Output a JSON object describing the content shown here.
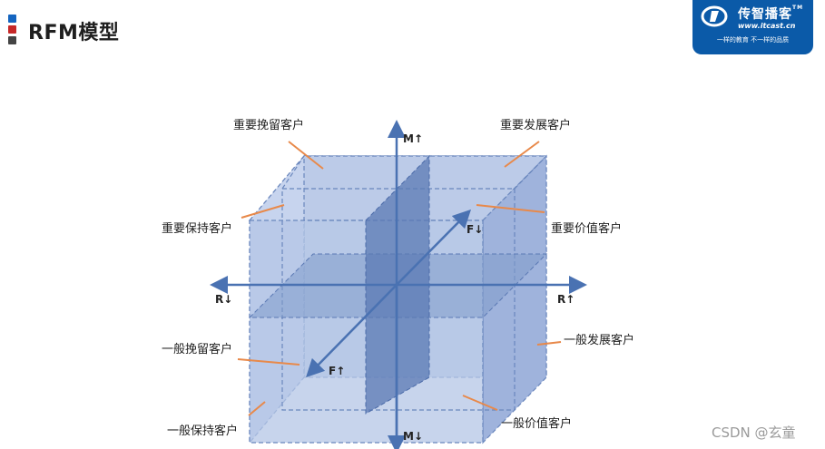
{
  "header": {
    "title": "RFM模型",
    "marker_colors": [
      "#1565c0",
      "#c62828",
      "#444444"
    ]
  },
  "brand": {
    "name": "传智播客",
    "tm": "TM",
    "url": "www.itcast.cn",
    "slogan": "一样的教育  不一样的品质",
    "bg_color": "#0b5aa8"
  },
  "diagram": {
    "axes": {
      "m_up": "M↑",
      "m_down": "M↓",
      "r_left": "R↓",
      "r_right": "R↑",
      "f_up": "F↑",
      "f_down": "F↓"
    },
    "segments": {
      "important_retain": "重要挽留客户",
      "important_develop": "重要发展客户",
      "important_keep": "重要保持客户",
      "important_value": "重要价值客户",
      "general_retain": "一般挽留客户",
      "general_develop": "一般发展客户",
      "general_keep": "一般保持客户",
      "general_value": "一般价值客户"
    },
    "colors": {
      "axis": "#4a72b2",
      "cube_fill": "#b9c9e6",
      "plane_fill": "#5b79b4",
      "leader": "#e8894a"
    }
  },
  "watermark": "CSDN @玄童"
}
